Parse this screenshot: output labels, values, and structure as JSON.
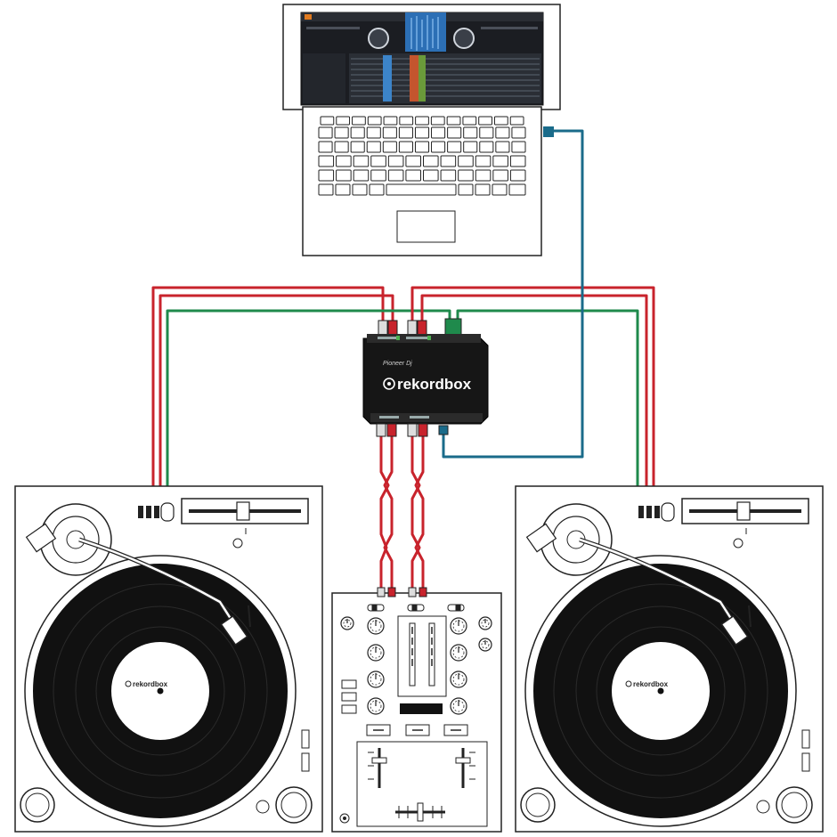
{
  "interface": {
    "logo_text": "rekordbox",
    "maker_text": "Pioneer Dj"
  },
  "turntables": [
    {
      "label": "rekordbox"
    },
    {
      "label": "rekordbox"
    }
  ],
  "colors": {
    "audio_red": "#c8232c",
    "control_green": "#1f8a4c",
    "usb_blue": "#1a6b8a",
    "outline": "#222222",
    "record_black": "#111111"
  },
  "icons": [
    "laptop-icon",
    "audio-interface-icon",
    "turntable-icon",
    "dj-mixer-icon",
    "usb-plug-icon"
  ]
}
